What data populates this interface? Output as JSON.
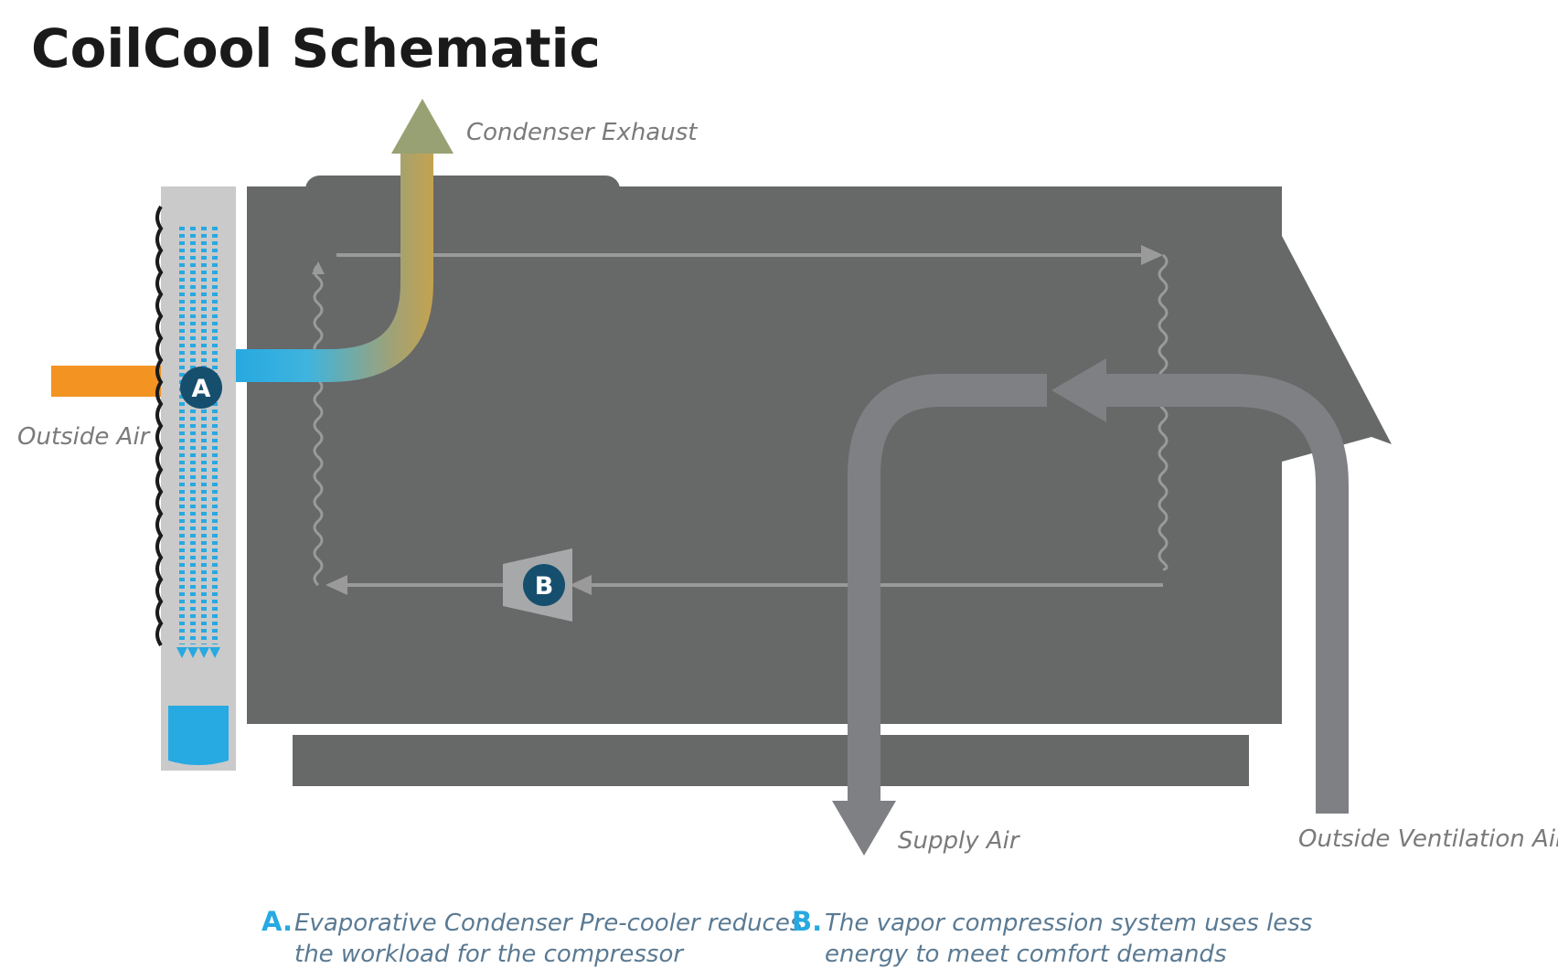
{
  "title": "CoilCool Schematic",
  "labels": {
    "condenser_exhaust": "Condenser Exhaust",
    "outside_air": "Outside Air",
    "supply_air": "Supply Air",
    "outside_ventilation_air": "Outside Ventilation Air"
  },
  "badges": {
    "a": "A",
    "b": "B"
  },
  "notes": [
    {
      "letter": "A.",
      "line1": "Evaporative Condenser Pre-cooler reduces",
      "line2": "the workload for the compressor"
    },
    {
      "letter": "B.",
      "line1": "The vapor compression system uses less",
      "line2": "energy to meet comfort demands"
    }
  ],
  "colors": {
    "unit_body": "#676868",
    "airflow_gray": "#7f8083",
    "refrigerant_line": "#9a9a9a",
    "outside_air": "#f39322",
    "cool_air": "#27a9e1",
    "warm_exhaust": "#c9a24a",
    "pad": "#cacaca",
    "water": "#27a9e1",
    "badge": "#164f6e",
    "note_letter": "#27a9e1",
    "note_text": "#5a7a93"
  }
}
